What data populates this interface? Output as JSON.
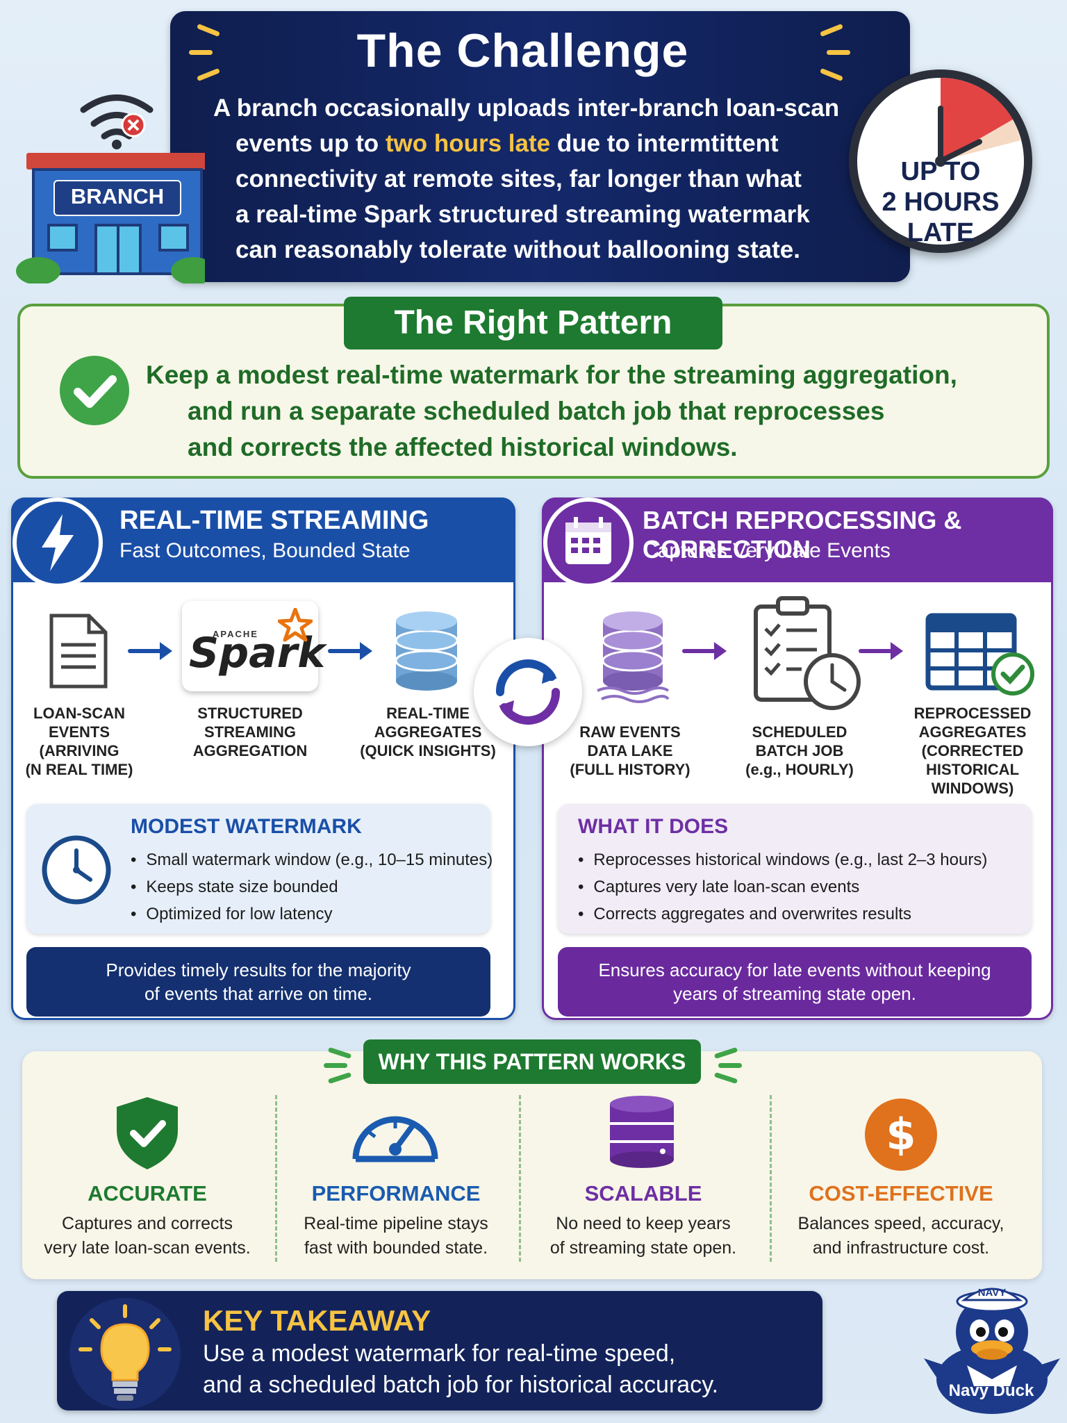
{
  "challenge": {
    "title": "The Challenge",
    "line1": "A branch occasionally uploads inter-branch loan-scan",
    "line2_pre": "events up to ",
    "line2_hl": "two hours late",
    "line2_post": " due to intermtittent",
    "line3": "connectivity at remote sites, far longer than what",
    "line4": "a real-time Spark structured streaming watermark",
    "line5": "can reasonably tolerate without ballooning state.",
    "branch_sign": "BRANCH",
    "clock_line1": "UP TO",
    "clock_line2": "2 HOURS",
    "clock_line3": "LATE",
    "accent": "#f6c343"
  },
  "pattern": {
    "title": "The Right Pattern",
    "line1": "Keep a modest real-time watermark for the streaming aggregation,",
    "line2": "and run a separate scheduled batch job that reprocesses",
    "line3": "and corrects the affected historical windows.",
    "color": "#1f6b27"
  },
  "streaming": {
    "title": "REAL-TIME STREAMING",
    "subtitle": "Fast Outcomes, Bounded State",
    "icon": "lightning-icon",
    "spark_small": "APACHE",
    "spark_big": "Spark",
    "steps": [
      {
        "l1": "LOAN-SCAN",
        "l2": "EVENTS",
        "l3": "(ARRIVING",
        "l4": "(N REAL TIME)"
      },
      {
        "l1": "STRUCTURED",
        "l2": "STREAMING",
        "l3": "AGGREGATION"
      },
      {
        "l1": "REAL-TIME",
        "l2": "AGGREGATES",
        "l3": "(QUICK INSIGHTS)"
      }
    ],
    "info_title": "MODEST WATERMARK",
    "bullets": [
      "Small watermark window (e.g., 10–15 minutes)",
      "Keeps state size bounded",
      "Optimized for low latency"
    ],
    "banner_line1": "Provides timely results for the majority",
    "banner_line2": "of events that arrive on time.",
    "color": "#1a4fa8"
  },
  "batch": {
    "title": "BATCH REPROCESSING & CORRECTION",
    "subtitle": "Captures Very Late Events",
    "icon": "calendar-icon",
    "steps": [
      {
        "l1": "RAW EVENTS",
        "l2": "DATA LAKE",
        "l3": "(FULL HISTORY)"
      },
      {
        "l1": "SCHEDULED",
        "l2": "BATCH JOB",
        "l3": "(e.g., HOURLY)"
      },
      {
        "l1": "REPROCESSED",
        "l2": "AGGREGATES",
        "l3": "(CORRECTED",
        "l4": "HISTORICAL",
        "l5": "WINDOWS)"
      }
    ],
    "info_title": "WHAT IT DOES",
    "bullets": [
      "Reprocesses historical windows (e.g., last 2–3 hours)",
      "Captures very late loan-scan events",
      "Corrects aggregates and overwrites results"
    ],
    "banner_line1": "Ensures accuracy for late events without keeping",
    "banner_line2": "years of streaming state open.",
    "color": "#6d2fa3"
  },
  "why": {
    "title": "WHY THIS PATTERN WORKS",
    "items": [
      {
        "title": "ACCURATE",
        "d1": "Captures and corrects",
        "d2": "very late loan-scan events.",
        "color": "#1e7a30",
        "icon": "shield-check-icon"
      },
      {
        "title": "PERFORMANCE",
        "d1": "Real-time pipeline stays",
        "d2": "fast with bounded state.",
        "color": "#1a5bb0",
        "icon": "speedometer-icon"
      },
      {
        "title": "SCALABLE",
        "d1": "No need to keep years",
        "d2": "of streaming state open.",
        "color": "#6d2fa3",
        "icon": "database-icon"
      },
      {
        "title": "COST-EFFECTIVE",
        "d1": "Balances speed, accuracy,",
        "d2": "and infrastructure cost.",
        "color": "#e0711d",
        "icon": "dollar-icon"
      }
    ]
  },
  "takeaway": {
    "title": "KEY TAKEAWAY",
    "line1": "Use a modest watermark for real-time speed,",
    "line2": "and a scheduled batch job for historical accuracy.",
    "icon": "lightbulb-icon"
  },
  "mascot": {
    "hat": "NAVY",
    "label": "Navy Duck"
  }
}
